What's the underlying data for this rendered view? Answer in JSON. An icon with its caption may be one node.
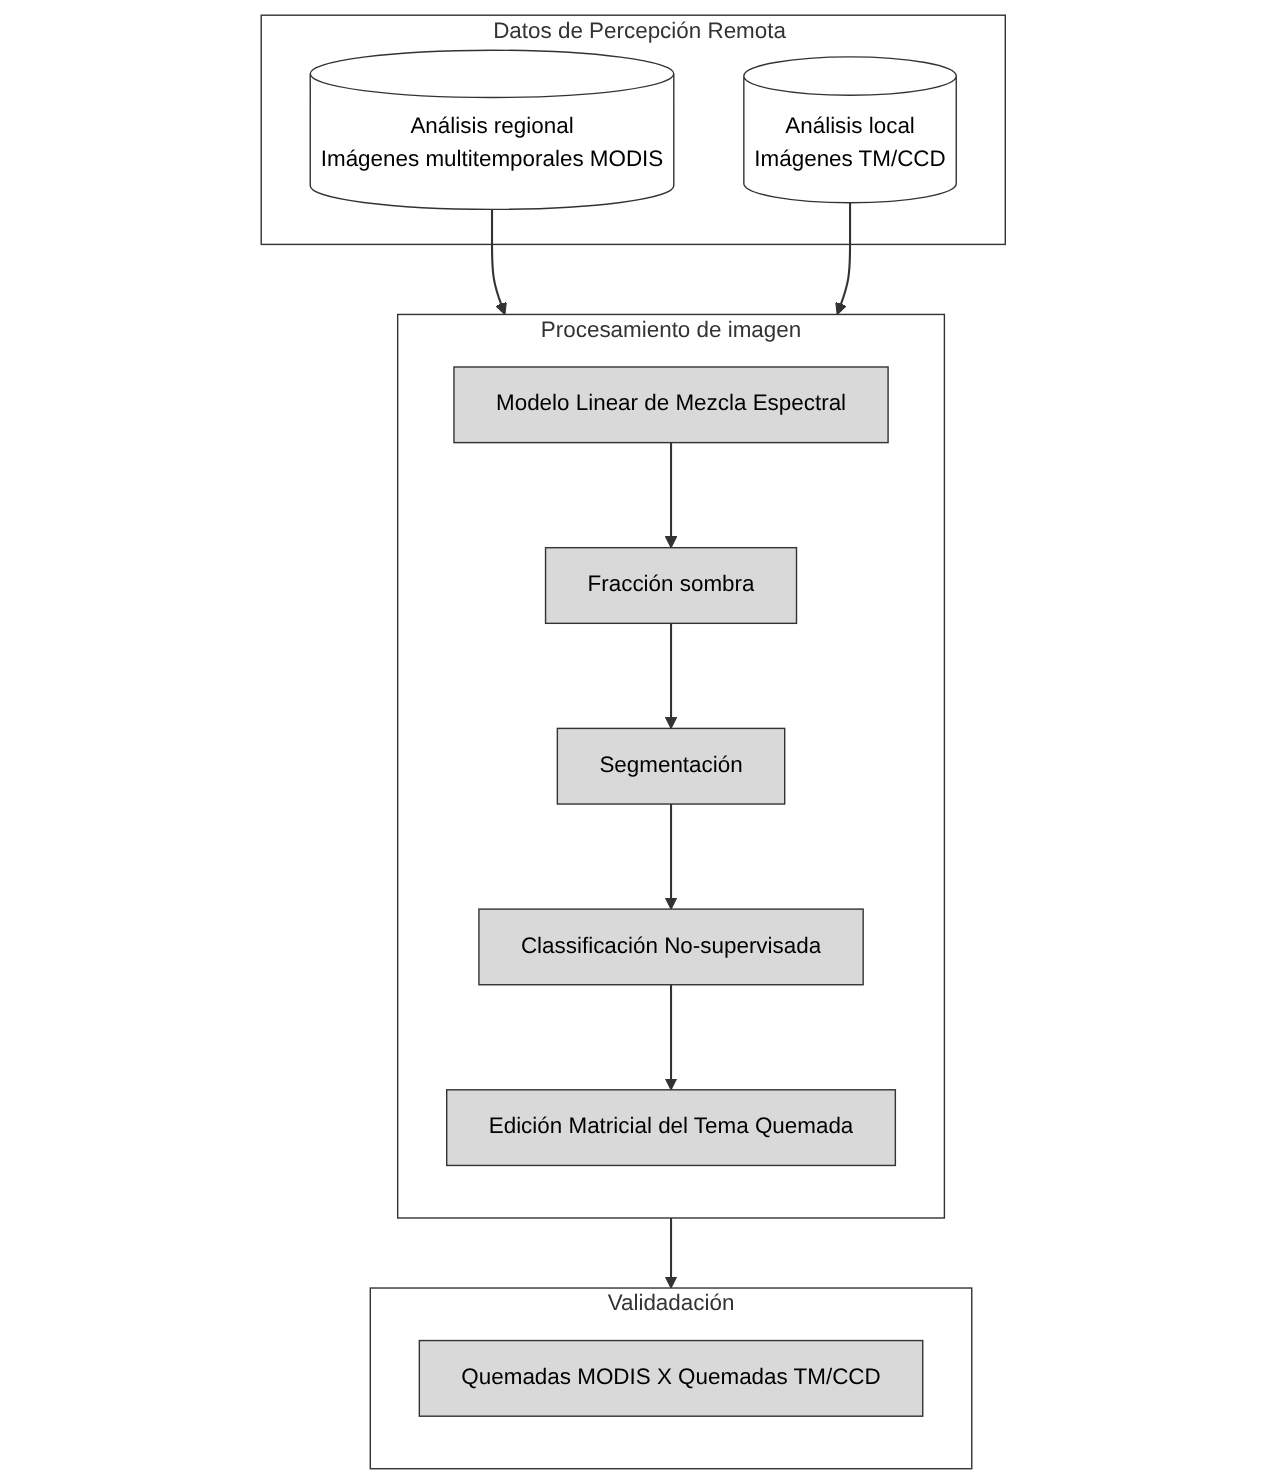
{
  "diagram": {
    "nodes": [
      {
        "text": [
          "Datos de Percepción Remota"
        ]
      },
      {
        "text": [
          "Análisis regional",
          "Imágenes multitemporales MODIS"
        ],
        "in": 0
      },
      {
        "text": [
          "Análisis local",
          "Imágenes TM/CCD"
        ],
        "in": 0
      },
      {
        "text": [
          "Procesamiento de imagen"
        ]
      },
      {
        "text": [
          "Modelo Linear de Mezcla Espectral"
        ],
        "in": 3
      },
      {
        "text": [
          "Fracción sombra"
        ],
        "in": 3
      },
      {
        "text": [
          "Segmentación"
        ],
        "in": 3
      },
      {
        "text": [
          "Classificación No-supervisada"
        ],
        "in": 3
      },
      {
        "text": [
          "Edición Matricial del Tema Quemada"
        ],
        "in": 3
      },
      {
        "text": [
          "Validadación"
        ]
      },
      {
        "text": [
          "Quemadas MODIS X Quemadas TM/CCD"
        ],
        "in": 9
      }
    ],
    "edges": [
      {
        "from": 1,
        "to": 3,
        "arrow": "to"
      },
      {
        "from": 2,
        "to": 3,
        "arrow": "to"
      },
      {
        "from": 4,
        "to": 5,
        "arrow": "to"
      },
      {
        "from": 5,
        "to": 6,
        "arrow": "to"
      },
      {
        "from": 6,
        "to": 7,
        "arrow": "to"
      },
      {
        "from": 7,
        "to": 8,
        "arrow": "to"
      },
      {
        "from": 3,
        "to": 9,
        "arrow": "to"
      }
    ]
  }
}
